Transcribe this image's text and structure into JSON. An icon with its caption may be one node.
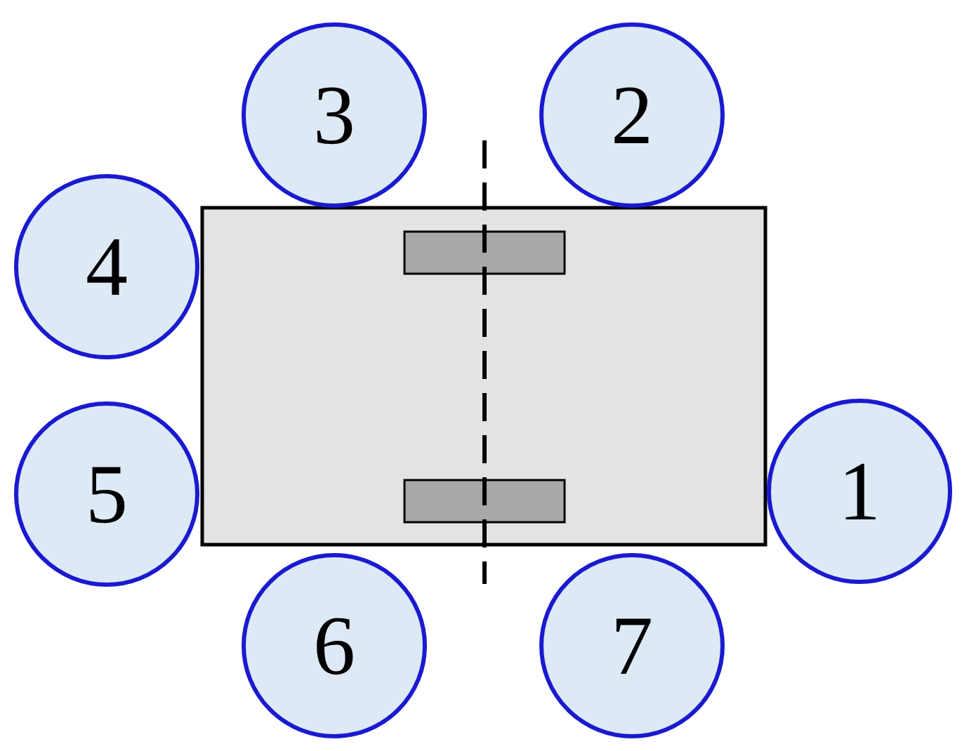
{
  "diagram": {
    "nodes": [
      {
        "text": [
          "3"
        ]
      },
      {
        "text": [
          "2"
        ]
      },
      {
        "text": [
          "4"
        ]
      },
      {
        "text": [
          "5"
        ]
      },
      {
        "text": [
          "1"
        ]
      },
      {
        "text": [
          "6"
        ]
      },
      {
        "text": [
          "7"
        ]
      }
    ]
  }
}
